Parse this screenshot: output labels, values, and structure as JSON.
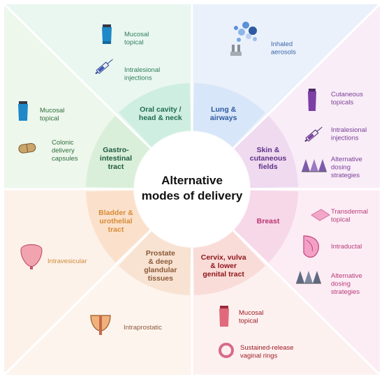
{
  "center_title": [
    "Alternative",
    "modes of delivery"
  ],
  "sites": [
    {
      "id": "oral",
      "lines": [
        "Oral cavity /",
        "head & neck"
      ],
      "color": "#1f6b50"
    },
    {
      "id": "lung",
      "lines": [
        "Lung &",
        "airways"
      ],
      "color": "#2e5aa0"
    },
    {
      "id": "skin",
      "lines": [
        "Skin &",
        "cutaneous",
        "fields"
      ],
      "color": "#5e2f85"
    },
    {
      "id": "breast",
      "lines": [
        "Breast"
      ],
      "color": "#b8336f"
    },
    {
      "id": "cervix",
      "lines": [
        "Cervix, vulva",
        "& lower",
        "genital tract"
      ],
      "color": "#8e1418"
    },
    {
      "id": "prostate",
      "lines": [
        "Prostate",
        "& deep",
        "glandular",
        "tissues"
      ],
      "color": "#8a5a38"
    },
    {
      "id": "bladder",
      "lines": [
        "Bladder &",
        "urothelial",
        "tract"
      ],
      "color": "#d88a34"
    },
    {
      "id": "gi",
      "lines": [
        "Gastro-",
        "intestinal",
        "tract"
      ],
      "color": "#1f5a40"
    }
  ],
  "modes": {
    "oral_mucosal": "Mucosal\ntopical",
    "oral_intralesional": "Intralesional\ninjections",
    "lung_inhaled": "Inhaled\naerosols",
    "skin_cutaneous": "Cutaneous\ntopicals",
    "skin_intralesional": "Intralesional\ninjections",
    "skin_alternative": "Alternative\ndosing\nstrategies",
    "breast_transdermal": "Transdermal\ntopical",
    "breast_intraductal": "Intraductal",
    "breast_alternative": "Alternative\ndosing\nstrategies",
    "gi_mucosal": "Mucosal\ntopical",
    "gi_colonic": "Colonic\ndelivery\ncapsules",
    "bladder_intravesicular": "Intravesicular",
    "prostate_intraprostatic": "Intraprostatic",
    "cervix_mucosal": "Mucosal\ntopical",
    "cervix_rings": "Sustained-release\nvaginal rings"
  },
  "colors": {
    "oral_bg": "#e9f7f1",
    "lung_bg": "#eaf2fb",
    "skin_bg": "#f9ecf6",
    "breast_bg": "#fbeef5",
    "cervix_bg": "#fdf0ee",
    "prostate_bg": "#fdf2ea",
    "bladder_bg": "#fdf1e8",
    "gi_bg": "#edf7ee",
    "ring_oral": "#cfeee2",
    "ring_lung": "#d7e6f8",
    "ring_skin": "#efdaf0",
    "ring_breast": "#f6d8e8",
    "ring_cervix": "#f9dcd8",
    "ring_prostate": "#f8e2d2",
    "ring_bladder": "#fbe1cc",
    "ring_gi": "#d9efd9"
  }
}
